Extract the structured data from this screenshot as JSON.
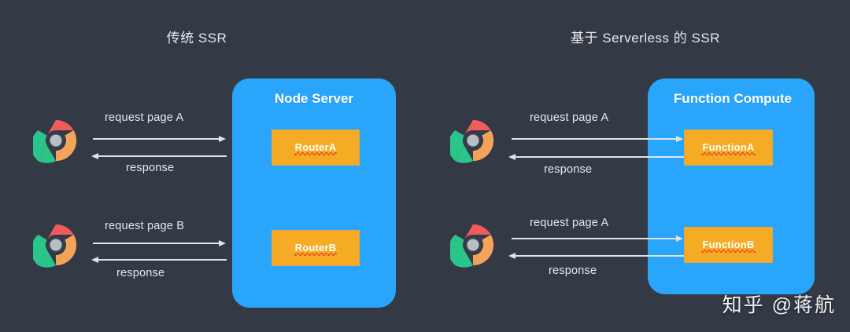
{
  "page": {
    "background_color": "#333a45",
    "accent_blue": "#29a5fb",
    "accent_orange": "#f5ab24",
    "text_color": "#e8eaed"
  },
  "sections": {
    "left": {
      "title": "传统 SSR",
      "server": {
        "title": "Node Server",
        "units": [
          {
            "label": "RouterA"
          },
          {
            "label": "RouterB"
          }
        ]
      },
      "flows": [
        {
          "request": "request  page A",
          "response": "response"
        },
        {
          "request": "request  page B",
          "response": "response"
        }
      ]
    },
    "right": {
      "title": "基于 Serverless 的 SSR",
      "server": {
        "title": "Function Compute",
        "units": [
          {
            "label": "FunctionA"
          },
          {
            "label": "FunctionB"
          }
        ]
      },
      "flows": [
        {
          "request": "request  page A",
          "response": "response"
        },
        {
          "request": "request  page A",
          "response": "response"
        }
      ]
    }
  },
  "clients": [
    {
      "name": "chrome-browser"
    },
    {
      "name": "chrome-browser"
    },
    {
      "name": "chrome-browser"
    },
    {
      "name": "chrome-browser"
    }
  ],
  "watermark": {
    "text": "知乎 @蒋航"
  }
}
